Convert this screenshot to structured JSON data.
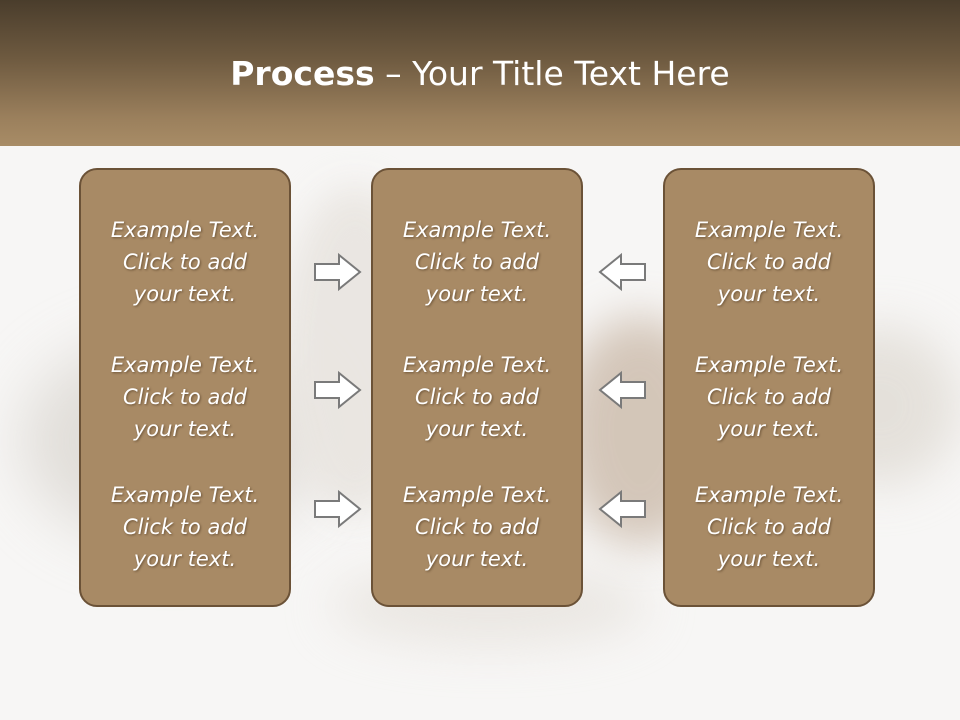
{
  "slide": {
    "title_bold": "Process",
    "title_rest": " – Your Title Text Here"
  },
  "columns": [
    {
      "items": [
        {
          "line1": "Example Text.",
          "line2": "Click  to add",
          "line3": "your text."
        },
        {
          "line1": "Example Text.",
          "line2": "Click  to add",
          "line3": "your text."
        },
        {
          "line1": "Example Text.",
          "line2": "Click  to add",
          "line3": "your text."
        }
      ]
    },
    {
      "items": [
        {
          "line1": "Example Text.",
          "line2": "Click  to add",
          "line3": "your text."
        },
        {
          "line1": "Example Text.",
          "line2": "Click  to add",
          "line3": "your text."
        },
        {
          "line1": "Example Text.",
          "line2": "Click  to add",
          "line3": "your text."
        }
      ]
    },
    {
      "items": [
        {
          "line1": "Example Text.",
          "line2": "Click  to add",
          "line3": "your text."
        },
        {
          "line1": "Example Text.",
          "line2": "Click  to add",
          "line3": "your text."
        },
        {
          "line1": "Example Text.",
          "line2": "Click  to add",
          "line3": "your text."
        }
      ]
    }
  ],
  "arrows": {
    "left_group": [
      "arrow-right-icon",
      "arrow-right-icon",
      "arrow-right-icon"
    ],
    "right_group": [
      "arrow-left-icon",
      "arrow-left-icon",
      "arrow-left-icon"
    ]
  },
  "colors": {
    "header_dark": "#4a3d2c",
    "header_light": "#a88c66",
    "box_fill": "#a88a65",
    "box_border": "#6b5237",
    "text": "#ffffff",
    "arrow_stroke": "#7a7a7a"
  }
}
